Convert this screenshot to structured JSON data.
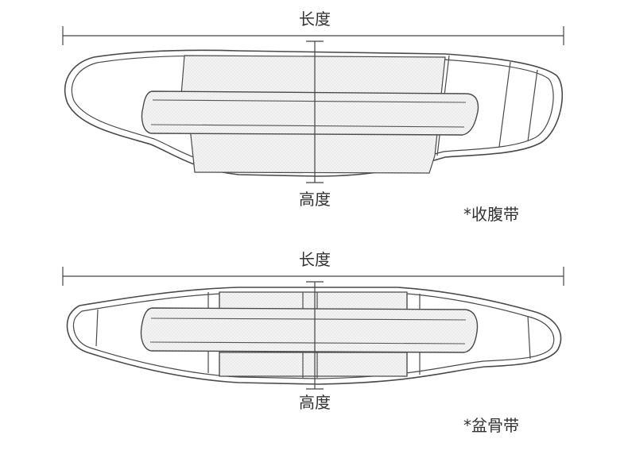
{
  "diagrams": [
    {
      "length_label": "长度",
      "height_label": "高度",
      "caption": "*收腹带"
    },
    {
      "length_label": "长度",
      "height_label": "高度",
      "caption": "*盆骨带"
    }
  ]
}
